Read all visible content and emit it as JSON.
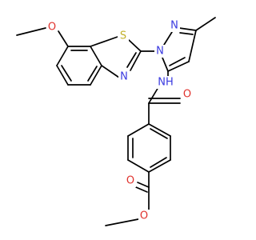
{
  "structure": {
    "atoms": {
      "methoxy_o": {
        "symbol": "O",
        "color": "#e0322d"
      },
      "thiazole_s": {
        "symbol": "S",
        "color": "#c2b12a"
      },
      "thiazole_n": {
        "symbol": "N",
        "color": "#3a3ae0"
      },
      "pyrazole_n2": {
        "symbol": "N",
        "color": "#3a3ae0"
      },
      "pyrazole_n1": {
        "symbol": "N",
        "color": "#3a3ae0"
      },
      "amide_nh": {
        "symbol": "NH",
        "color": "#3a3ae0"
      },
      "amide_o": {
        "symbol": "O",
        "color": "#e0322d"
      },
      "ester_carbonyl_o": {
        "symbol": "O",
        "color": "#e0322d"
      },
      "ester_o": {
        "symbol": "O",
        "color": "#e0322d"
      }
    },
    "bond_color": "#000000",
    "background": "#ffffff"
  }
}
